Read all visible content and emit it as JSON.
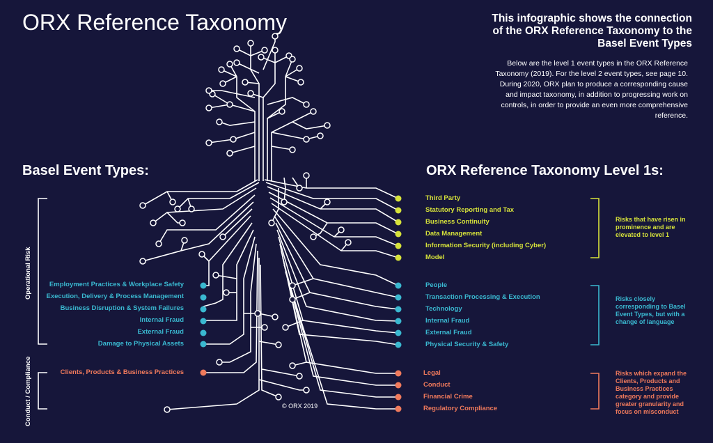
{
  "title": "ORX Reference Taxonomy",
  "intro": {
    "heading": "This infographic shows the connection of the ORX Reference Taxonomy to the Basel Event Types",
    "body": "Below are the level 1 event types in the ORX Reference Taxonomy (2019).  For the level 2 event types, see page 10. During 2020, ORX plan to produce a corresponding cause and impact taxonomy, in addition to progressing work on controls, in order to provide an even more comprehensive reference."
  },
  "basel": {
    "heading": "Basel Event Types:",
    "groups": {
      "operational": "Operational Risk",
      "conduct": "Conduct / Compliance"
    },
    "items": [
      {
        "label": "Employment Practices & Workplace Safety",
        "group": "operational"
      },
      {
        "label": "Execution, Delivery & Process Management",
        "group": "operational"
      },
      {
        "label": "Business Disruption & System Failures",
        "group": "operational"
      },
      {
        "label": "Internal Fraud",
        "group": "operational"
      },
      {
        "label": "External Fraud",
        "group": "operational"
      },
      {
        "label": "Damage to Physical Assets",
        "group": "operational"
      },
      {
        "label": "Clients, Products & Business Practices",
        "group": "conduct"
      }
    ]
  },
  "orx": {
    "heading": "ORX Reference Taxonomy Level 1s:",
    "elevated": [
      "Third Party",
      "Statutory Reporting and Tax",
      "Business Continuity",
      "Data Management",
      "Information Security (including Cyber)",
      "Model"
    ],
    "corresponding": [
      "People",
      "Transaction Processing & Execution",
      "Technology",
      "Internal Fraud",
      "External Fraud",
      "Physical Security & Safety"
    ],
    "expanding": [
      "Legal",
      "Conduct",
      "Financial Crime",
      "Regulatory Compliance"
    ],
    "notes": {
      "elevated": "Risks that have risen in prominence and are elevated to level 1",
      "corresponding": "Risks closely corresponding to Basel Event Types, but with a change of language",
      "expanding": "Risks which expand the Clients, Products and Business Practices category and provide greater granularity and focus on misconduct"
    }
  },
  "copyright": "© ORX 2019",
  "colors": {
    "background": "#16163a",
    "lines": "#ffffff",
    "yellow": "#d6e23a",
    "cyan": "#3ab8d0",
    "salmon": "#f07a5c"
  }
}
